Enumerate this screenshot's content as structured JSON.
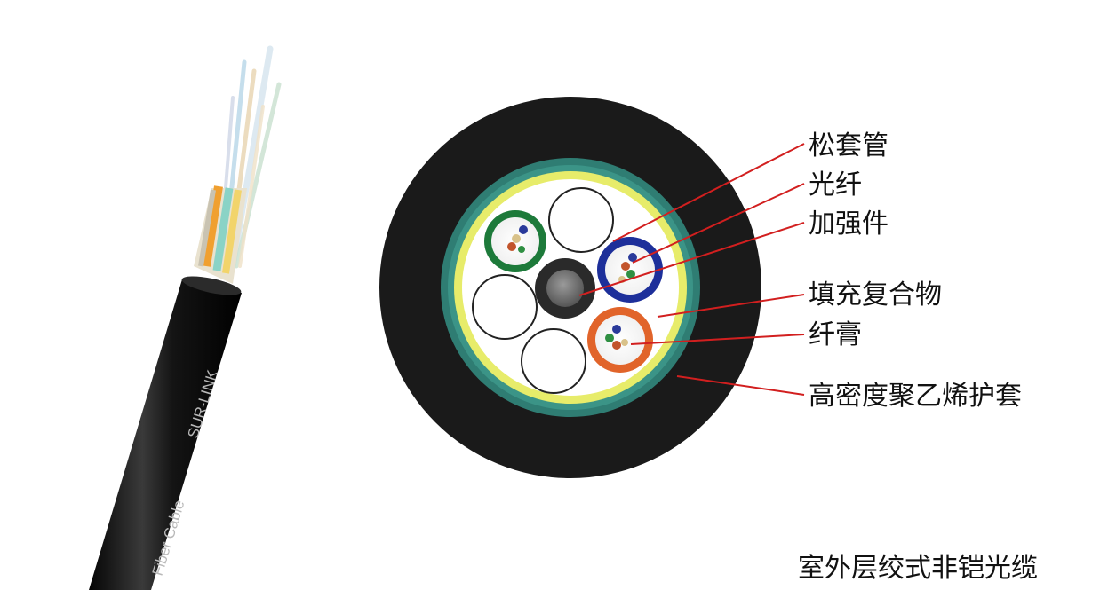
{
  "diagram": {
    "caption": "室外层绞式非铠光缆",
    "jacket_print": [
      "SUR-LINK",
      "Fiber Cable"
    ],
    "labels": {
      "loose_tube": "松套管",
      "fiber": "光纤",
      "strength_member": "加强件",
      "filling_compound": "填充复合物",
      "fiber_gel": "纤膏",
      "hdpe_sheath": "高密度聚乙烯护套"
    }
  },
  "colors": {
    "jacket": "#1a1a1a",
    "water_block_tape": "#2f7d73",
    "yellow_binder": "#e7ec6a",
    "tube_green": "#1d7a3a",
    "tube_blue": "#1d2f9a",
    "tube_orange": "#e1642a",
    "strength_member": "#6e6e6e",
    "leader_line": "#d21f1f"
  }
}
